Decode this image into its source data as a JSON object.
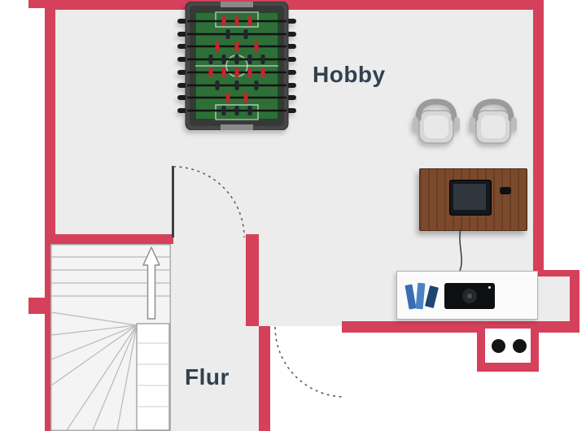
{
  "floorplan": {
    "rooms": [
      {
        "id": "hobby",
        "label": "Hobby"
      },
      {
        "id": "flur",
        "label": "Flur"
      }
    ],
    "furniture": [
      {
        "name": "foosball-table",
        "room": "hobby"
      },
      {
        "name": "office-chair-left",
        "room": "hobby"
      },
      {
        "name": "office-chair-right",
        "room": "hobby"
      },
      {
        "name": "desk-with-monitor",
        "room": "hobby"
      },
      {
        "name": "lowboard-with-tv-and-books",
        "room": "hobby"
      },
      {
        "name": "staircase-up",
        "room": "flur"
      },
      {
        "name": "chimney-with-two-flues",
        "room": "hobby"
      }
    ],
    "doors": [
      {
        "name": "door-hobby-flur",
        "type": "swing"
      },
      {
        "name": "door-hobby-south",
        "type": "swing"
      }
    ],
    "colors": {
      "wall": "#d5405a",
      "floor": "#ececec",
      "label_text": "#324050",
      "field_green": "#2e6f38",
      "desk_brown": "#7b4a2c",
      "player_red": "#c1272d",
      "player_dark": "#20262e",
      "book_blue": "#3a6db4"
    }
  }
}
